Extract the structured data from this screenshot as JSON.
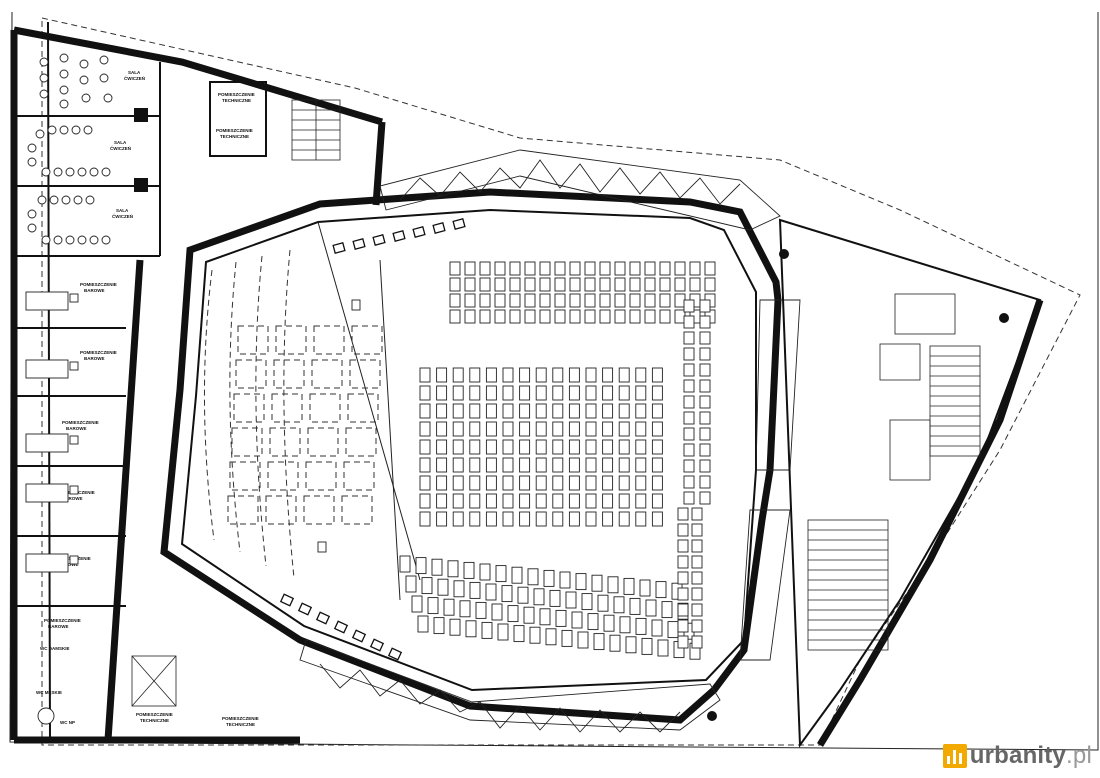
{
  "plan": {
    "rooms": {
      "sala_cwiczen_1": [
        "SALA",
        "ĆWICZEŃ"
      ],
      "sala_cwiczen_2": [
        "SALA",
        "ĆWICZEŃ"
      ],
      "sala_cwiczen_3": [
        "SALA",
        "ĆWICZEŃ"
      ],
      "pom_tech_1": [
        "POMIESZCZENIE",
        "TECHNICZNE"
      ],
      "pom_tech_2": [
        "POMIESZCZENIE",
        "TECHNICZNE"
      ],
      "pom_tech_3": [
        "POMIESZCZENIE",
        "TECHNICZNE"
      ],
      "pom_tech_4": [
        "POMIESZCZENIE",
        "TECHNICZNE"
      ],
      "garderoba_1": [
        "POMIESZCZENIE",
        "BAROWE"
      ],
      "garderoba_2": [
        "POMIESZCZENIE",
        "BAROWE"
      ],
      "garderoba_3": [
        "POMIESZCZENIE",
        "BAROWE"
      ],
      "garderoba_4": [
        "POMIESZCZENIE",
        "BAROWE"
      ],
      "garderoba_5": [
        "POMIESZCZENIE",
        "BAROWE"
      ],
      "garderoba_6": [
        "POMIESZCZENIE",
        "BAROWE"
      ],
      "wc_damskie": "WC DAMSKIE",
      "wc_meskie": "WC MĘSKIE",
      "wc_np": "WC NP"
    }
  },
  "watermark": {
    "brand": "urbanity",
    "tld": ".pl",
    "accent": "#f2a900"
  }
}
